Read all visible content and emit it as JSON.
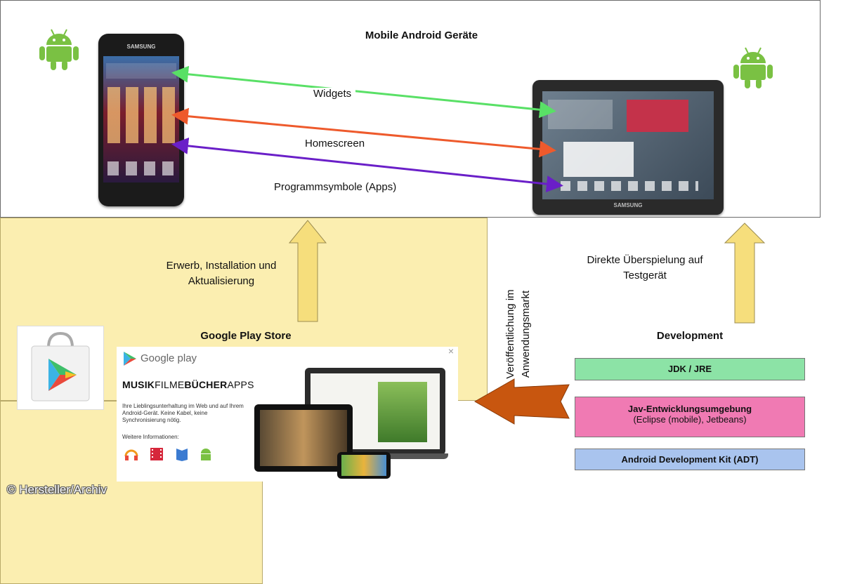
{
  "top": {
    "title": "Mobile Android Geräte",
    "labels": {
      "widgets": "Widgets",
      "homescreen": "Homescreen",
      "apps": "Programmsymbole (Apps)"
    },
    "phone_brand": "SAMSUNG",
    "tablet_brand": "SAMSUNG"
  },
  "arrows": {
    "left_label_line1": "Erwerb, Installation und",
    "left_label_line2": "Aktualisierung",
    "right_label_line1": "Direkte Überspielung auf",
    "right_label_line2": "Testgerät",
    "publish_line1": "Veröffentlichung im",
    "publish_line2": "Anwendungsmarkt"
  },
  "store": {
    "title": "Google Play Store",
    "ad": {
      "logo_text": "Google play",
      "categories": [
        {
          "text": "MUSIK",
          "bold": true
        },
        {
          "text": "FILME",
          "bold": false
        },
        {
          "text": "BÜCHER",
          "bold": true
        },
        {
          "text": "APPS",
          "bold": false
        }
      ],
      "body_line1": "Ihre Lieblingsunterhaltung im Web und auf Ihrem",
      "body_line2": "Android-Gerät. Keine Kabel, keine",
      "body_line3": "Synchronisierung nötig.",
      "more_info": "Weitere Informationen:",
      "close": "×"
    }
  },
  "dev": {
    "title": "Development",
    "boxes": [
      {
        "label": "JDK / JRE",
        "sub": "",
        "color": "#8ce3a6"
      },
      {
        "label": "Jav-Entwicklungsumgebung",
        "sub": "(Eclipse (mobile), Jetbeans)",
        "color": "#f07ab3"
      },
      {
        "label": "Android Development Kit (ADT)",
        "sub": "",
        "color": "#a9c4ee"
      }
    ]
  },
  "footer": "© Hersteller/Archiv",
  "colors": {
    "widgets_arrow": "#59e066",
    "homescreen_arrow": "#ee5a2c",
    "apps_arrow": "#6a1fc8",
    "up_arrow": "#f6de7c",
    "publish_arrow": "#c8560f",
    "android_green": "#7ac143"
  }
}
